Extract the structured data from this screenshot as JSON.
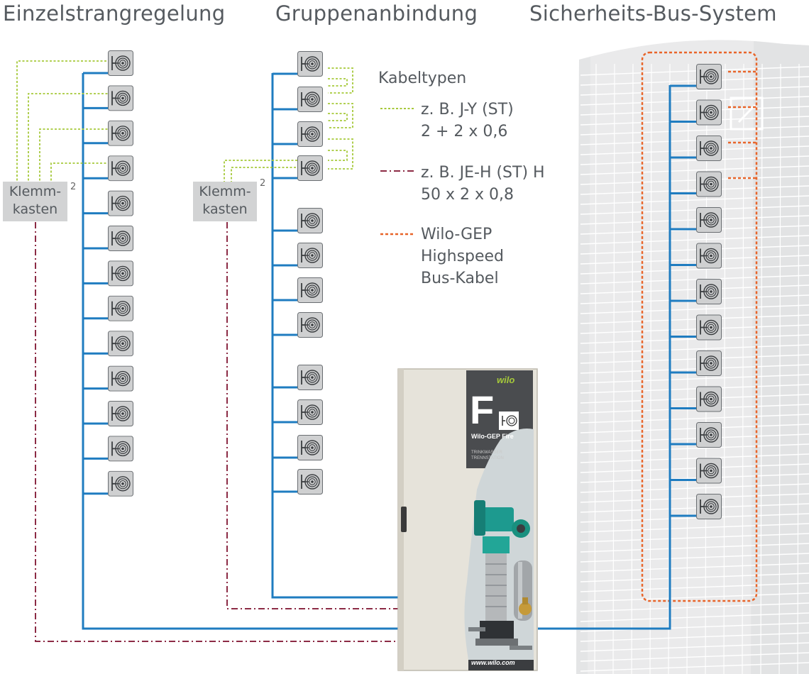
{
  "titles": {
    "left": "Einzelstrangregelung",
    "middle": "Gruppenanbindung",
    "right": "Sicherheits-Bus-System"
  },
  "klemmkasten": {
    "line1": "Klemm-",
    "line2": "kasten",
    "superscript": "2"
  },
  "legend": {
    "title": "Kabeltypen",
    "items": [
      {
        "line1": "z. B. J-Y (ST)",
        "line2": "2 + 2 x 0,6",
        "color": "#a6c93a",
        "style": "dotted"
      },
      {
        "line1": "z. B. JE-H (ST) H",
        "line2": "50 x 2 x 0,8",
        "color": "#8c2b45",
        "style": "dash-dot"
      },
      {
        "line1": "Wilo-GEP",
        "line2": "Highspeed",
        "line3": "Bus-Kabel",
        "color": "#e8652a",
        "style": "dotted"
      }
    ]
  },
  "cabinet": {
    "brand": "wilo",
    "letter": "F",
    "product": "Wilo-GEP Fire",
    "sub1": "TRINKWASSER",
    "sub2": "TRENNSTATION",
    "url": "www.wilo.com"
  },
  "colors": {
    "blue": "#1f7cc0",
    "green": "#a6c93a",
    "red": "#8c2b45",
    "orange": "#e8652a",
    "box": "#d2d3d4"
  },
  "icons": {
    "valve": "hose-reel-valve-icon",
    "building": "high-rise-building-icon"
  }
}
